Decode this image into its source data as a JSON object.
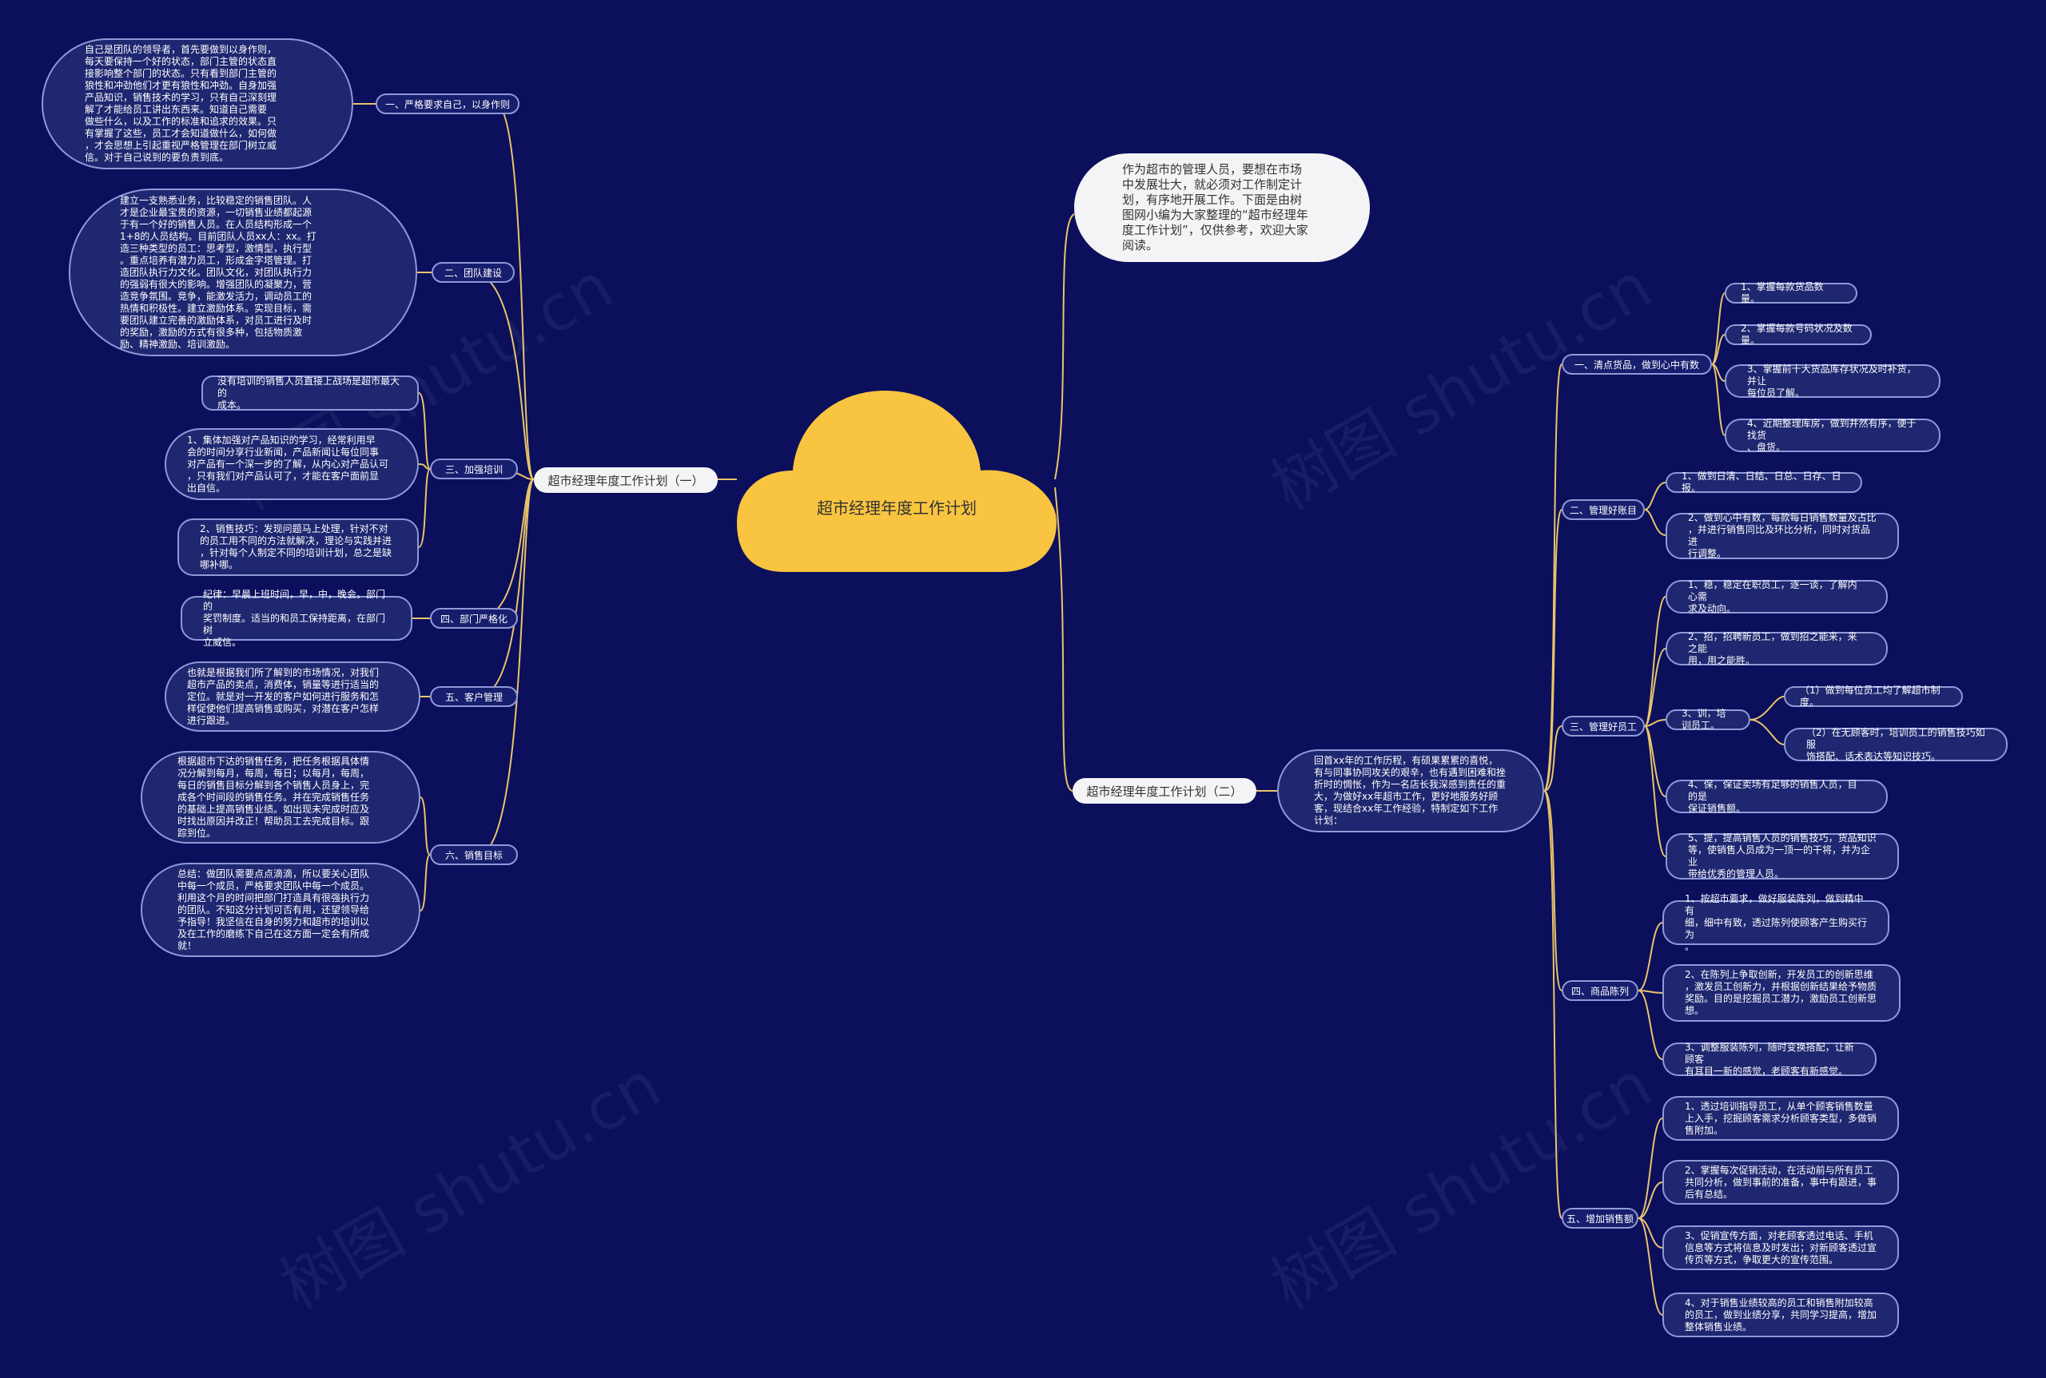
{
  "root": "超市经理年度工作计划",
  "intro": "作为超市的管理人员，要想在市场\n中发展壮大，就必须对工作制定计\n划，有序地开展工作。下面是由树\n图网小编为大家整理的“超市经理年\n度工作计划”，仅供参考，欢迎大家\n阅读。",
  "plan1": {
    "title": "超市经理年度工作计划（一）",
    "sections": [
      {
        "label": "一、严格要求自己，以身作则",
        "leaves": [
          "自己是团队的领导者，首先要做到以身作则，\n每天要保持一个好的状态，部门主管的状态直\n接影响整个部门的状态。只有看到部门主管的\n狼性和冲劲他们才更有狼性和冲劲。自身加强\n产品知识，销售技术的学习，只有自己深刻理\n解了才能给员工讲出东西来。知道自己需要\n做些什么，以及工作的标准和追求的效果。只\n有掌握了这些，员工才会知道做什么，如何做\n，才会思想上引起重视严格管理在部门树立威\n信。对于自己说到的要负责到底。"
        ]
      },
      {
        "label": "二、团队建设",
        "leaves": [
          "建立一支熟悉业务，比较稳定的销售团队。人\n才是企业最宝贵的资源，一切销售业绩都起源\n于有一个好的销售人员。在人员结构形成一个\n1+8的人员结构。目前团队人员xx人：xx。打\n造三种类型的员工：思考型，激情型，执行型\n。重点培养有潜力员工，形成金字塔管理。打\n造团队执行力文化。团队文化，对团队执行力\n的强弱有很大的影响。增强团队的凝聚力，营\n造竞争氛围。竞争，能激发活力，调动员工的\n热情和积极性。建立激励体系。实现目标，需\n要团队建立完善的激励体系，对员工进行及时\n的奖励，激励的方式有很多种，包括物质激\n励、精神激励、培训激励。"
        ]
      },
      {
        "label": "三、加强培训",
        "leaves": [
          "没有培训的销售人员直接上战场是超市最大的\n成本。",
          "1、集体加强对产品知识的学习，经常利用早\n会的时间分享行业新闻，产品新闻让每位同事\n对产品有一个深一步的了解，从内心对产品认可\n，只有我们对产品认可了，才能在客户面前显\n出自信。",
          "2、销售技巧：发现问题马上处理，针对不对\n的员工用不同的方法就解决，理论与实践并进\n，针对每个人制定不同的培训计划，总之是缺\n哪补哪。"
        ]
      },
      {
        "label": "四、部门严格化",
        "leaves": [
          "纪律：早晨上班时间，早，中，晚会。部门的\n奖罚制度。适当的和员工保持距离，在部门树\n立威信。"
        ]
      },
      {
        "label": "五、客户管理",
        "leaves": [
          "也就是根据我们所了解到的市场情况，对我们\n超市产品的卖点，消费体，销量等进行适当的\n定位。就是对一开发的客户如何进行服务和怎\n样促使他们提高销售或购买，对潜在客户怎样\n进行跟进。"
        ]
      },
      {
        "label": "六、销售目标",
        "leaves": [
          "根据超市下达的销售任务，把任务根据具体情\n况分解到每月，每周，每日；以每月，每周，\n每日的销售目标分解到各个销售人员身上，完\n成各个时间段的销售任务。并在完成销售任务\n的基础上提高销售业绩。如出现未完成时应及\n时找出原因并改正！帮助员工去完成目标。跟\n踪到位。",
          "总结：做团队需要点点滴滴，所以要关心团队\n中每一个成员，严格要求团队中每一个成员。\n利用这个月的时间把部门打造具有很强执行力\n的团队。不知这分计划可否有用，还望领导给\n予指导！我坚信在自身的努力和超市的培训以\n及在工作的磨练下自己在这方面一定会有所成\n就！"
        ]
      }
    ]
  },
  "plan2": {
    "title": "超市经理年度工作计划（二）",
    "summary": "回首xx年的工作历程，有硕果累累的喜悦，\n有与同事协同攻关的艰辛，也有遇到困难和挫\n折时的惆怅，作为一名店长我深感到责任的重\n大，为做好xx年超市工作，更好地服务好顾\n客，现结合xx年工作经验，特制定如下工作\n计划：",
    "sections": [
      {
        "label": "一、清点货品，做到心中有数",
        "leaves": [
          "1、掌握每款货品数量。",
          "2、掌握每款号码状况及数量。",
          "3、掌握前十大货品库存状况及时补货，并让\n每位员了解。",
          "4、近期整理库房，做到井然有序，便于找货\n、盘货。"
        ]
      },
      {
        "label": "二、管理好账目",
        "leaves": [
          "1、做到日清、日结、日总、日存、日报。",
          "2、做到心中有数，每款每日销售数量及占比\n，并进行销售同比及环比分析，同时对货品进\n行调整。"
        ]
      },
      {
        "label": "三、管理好员工",
        "leaves": [
          "1、稳，稳定在职员工，逐一谈，了解内心需\n求及动向。",
          "2、招，招聘新员工，做到招之能来，来之能\n用，用之能胜。",
          "3、训，培训员工。",
          "4、保，保证卖场有足够的销售人员，目的是\n保证销售额。",
          "5、提，提高销售人员的销售技巧，货品知识\n等，使销售人员成为一顶一的干将，并为企业\n带给优秀的管理人员。"
        ],
        "sub": [
          "（1）做到每位员工均了解超市制度。",
          "（2）在无顾客时，培训员工的销售技巧如服\n饰搭配、话术表达等知识技巧。"
        ]
      },
      {
        "label": "四、商品陈列",
        "leaves": [
          "1、按超市要求，做好服装陈列，做到精中有\n细，细中有致，透过陈列使顾客产生购买行为\n。",
          "2、在陈列上争取创新，开发员工的创新思维\n，激发员工创新力，并根据创新结果给予物质\n奖励。目的是挖掘员工潜力，激励员工创新思\n想。",
          "3、调整服装陈列，随时变换搭配，让新顾客\n有耳目一新的感觉，老顾客有新感觉。"
        ]
      },
      {
        "label": "五、增加销售额",
        "leaves": [
          "1、透过培训指导员工，从单个顾客销售数量\n上入手，挖掘顾客需求分析顾客类型，多做销\n售附加。",
          "2、掌握每次促销活动，在活动前与所有员工\n共同分析，做到事前的准备，事中有跟进，事\n后有总结。",
          "3、促销宣传方面，对老顾客透过电话、手机\n信息等方式将信息及时发出；对新顾客透过宣\n传页等方式，争取更大的宣传范围。",
          "4、对于销售业绩较高的员工和销售附加较高\n的员工，做到业绩分享，共同学习提高，增加\n整体销售业绩。"
        ]
      }
    ]
  },
  "watermarks": [
    "树图 shutu.cn",
    "树图 shutu.cn",
    "树图 shutu.cn",
    "树图 shutu.cn",
    "树图 shutu.cn"
  ],
  "colors": {
    "background": "#0b0f5c",
    "root": "#f9c440",
    "link": "#e9c46a"
  }
}
